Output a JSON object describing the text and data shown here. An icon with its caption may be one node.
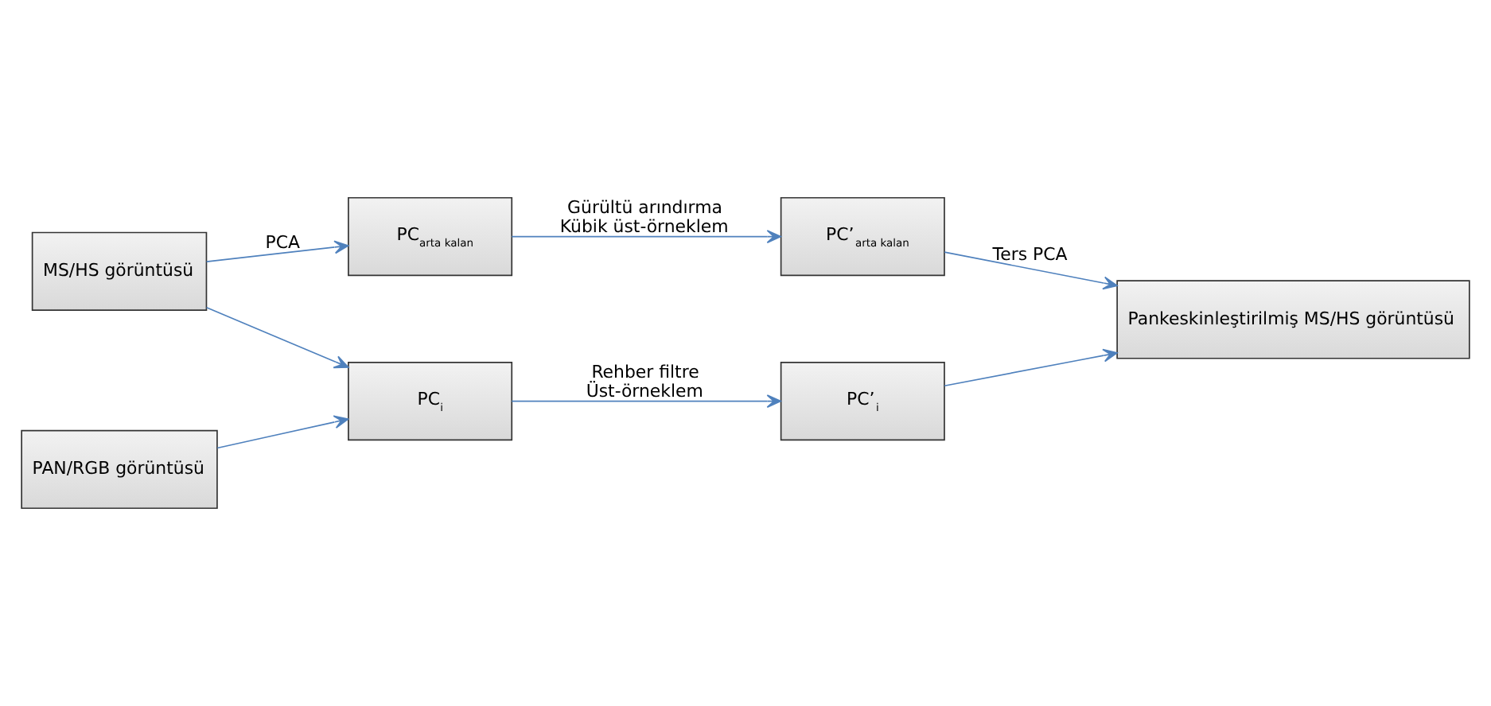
{
  "diagram": {
    "nodes": [
      {
        "text": [
          "MS/HS görüntüsü"
        ]
      },
      {
        "text": [
          "PC$_{arta kalan}$"
        ]
      },
      {
        "text": [
          "PC’$_{arta kalan}$"
        ]
      },
      {
        "text": [
          "PC$_{i}$"
        ]
      },
      {
        "text": [
          "PC’$_{i}$"
        ]
      },
      {
        "text": [
          "PAN/RGB görüntüsü"
        ]
      },
      {
        "text": [
          "Pankeskinleştirilmiş MS/HS görüntüsü"
        ]
      }
    ],
    "edges": [
      {
        "from": 0,
        "to": 1,
        "arrow": "to",
        "label": "PCA"
      },
      {
        "from": 0,
        "to": 3,
        "arrow": "to"
      },
      {
        "from": 1,
        "to": 2,
        "arrow": "to",
        "label": "Gürültü arındırma Kübik üst-örneklem"
      },
      {
        "from": 3,
        "to": 4,
        "arrow": "to",
        "label": "Rehber filtre Üst-örneklem"
      },
      {
        "from": 5,
        "to": 3,
        "arrow": "to"
      },
      {
        "from": 2,
        "to": 6,
        "arrow": "to",
        "label": "Ters PCA"
      },
      {
        "from": 4,
        "to": 6,
        "arrow": "to"
      }
    ]
  }
}
